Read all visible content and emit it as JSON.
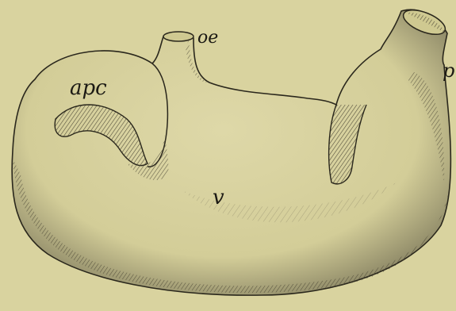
{
  "labels": {
    "oe": "oe",
    "apc": "apc",
    "p": "p",
    "v": "v"
  },
  "colors": {
    "background": "#d9d39f",
    "organ_fill": "#dcd6a4",
    "ink": "#1c1a14",
    "shade": "#5a5540"
  }
}
